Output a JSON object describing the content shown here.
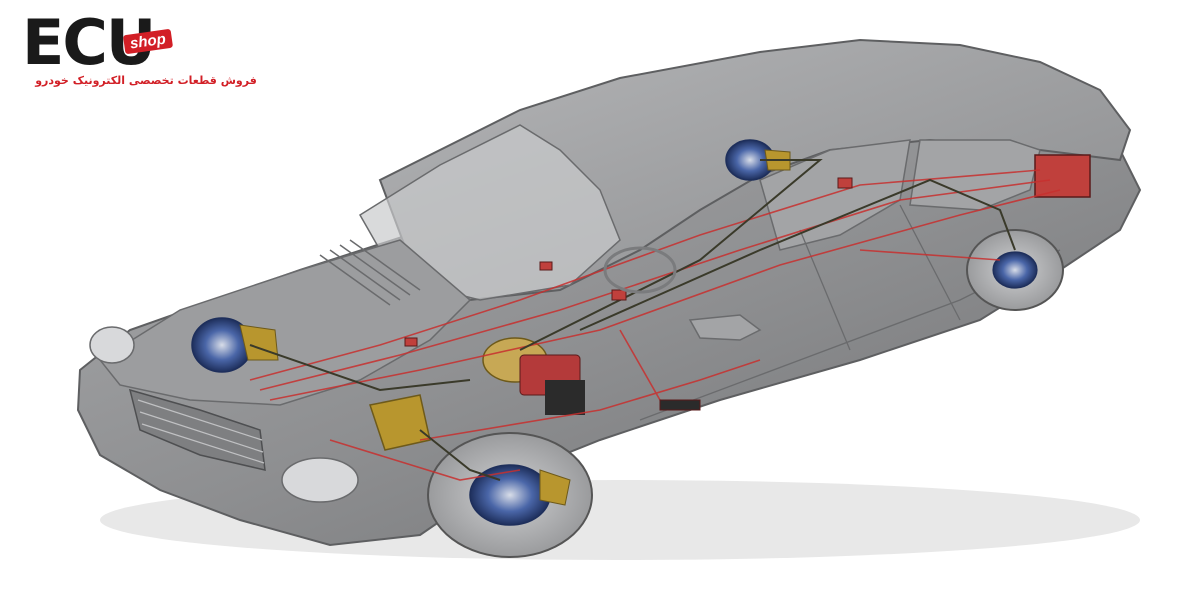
{
  "logo": {
    "brand": "ECU",
    "badge": "shop",
    "tagline": "فروش قطعات تخصصی الکترونیک خودرو"
  },
  "scene": {
    "subject": "car-brake-system-cutaway",
    "colors": {
      "body": "#8e8f91",
      "glass": "#b9babc",
      "wire": "#c8302f",
      "pipe": "#3a3a2a",
      "disc": "#4060a8",
      "caliper": "#b8962e"
    }
  }
}
